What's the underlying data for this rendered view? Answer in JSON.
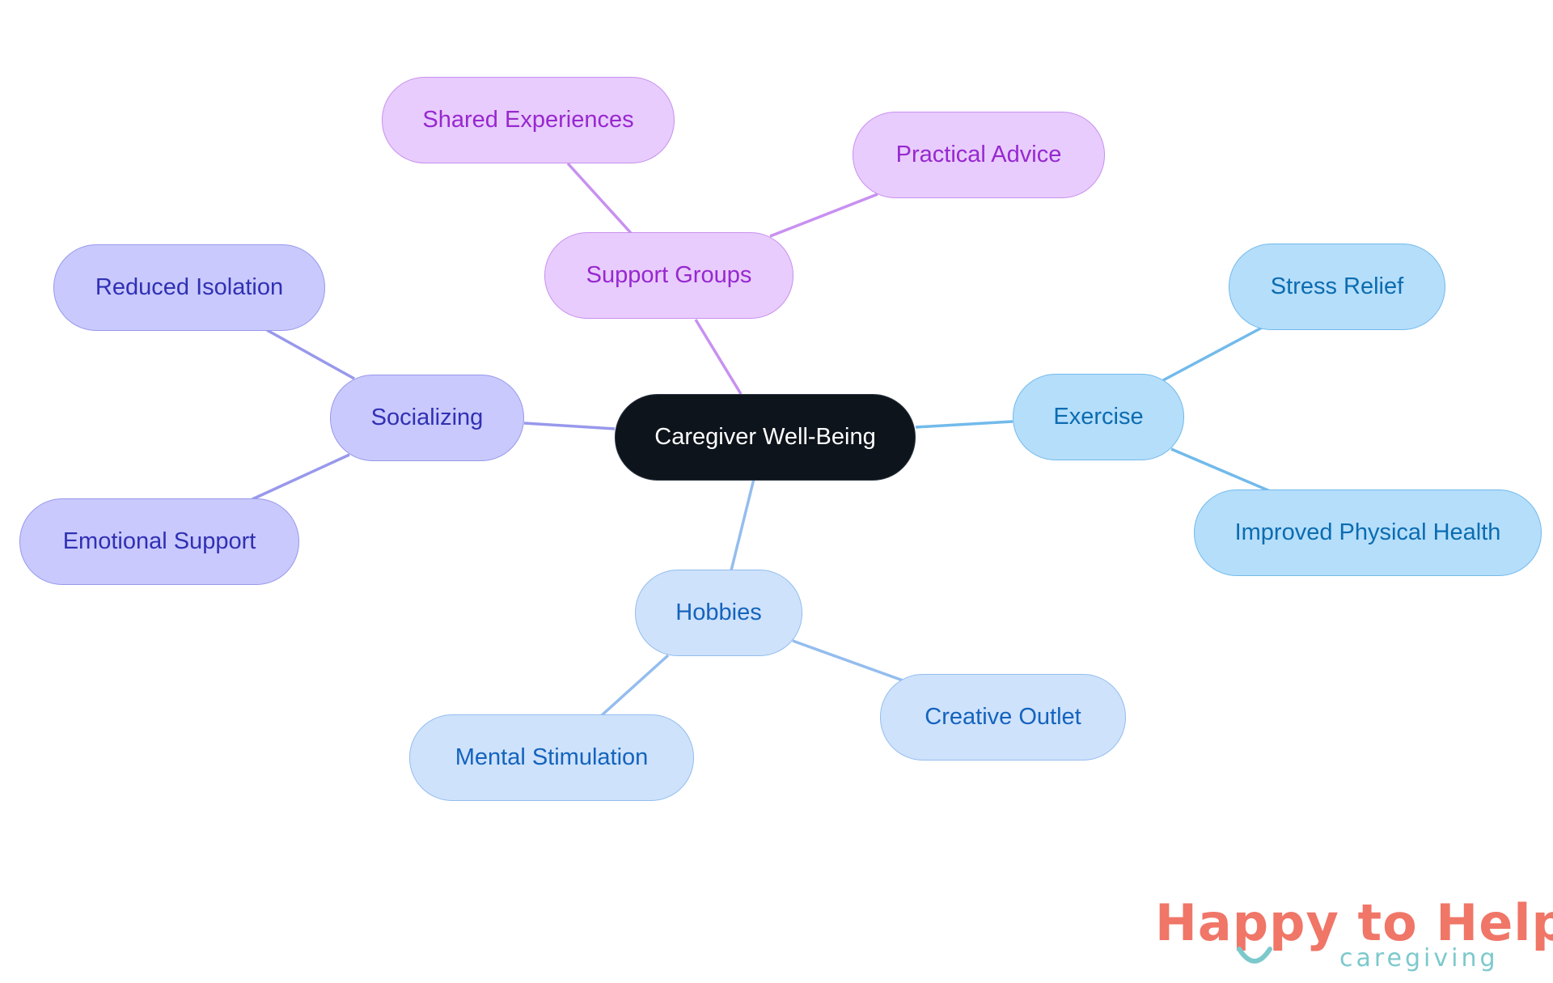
{
  "diagram": {
    "type": "mind-map",
    "root": {
      "label": "Caregiver Well-Being"
    },
    "branches": [
      {
        "label": "Support Groups",
        "color": "#c890f0",
        "children": [
          "Shared Experiences",
          "Practical Advice"
        ]
      },
      {
        "label": "Socializing",
        "color": "#9898ec",
        "children": [
          "Reduced Isolation",
          "Emotional Support"
        ]
      },
      {
        "label": "Exercise",
        "color": "#72baeb",
        "children": [
          "Stress Relief",
          "Improved Physical Health"
        ]
      },
      {
        "label": "Hobbies",
        "color": "#94bdee",
        "children": [
          "Mental Stimulation",
          "Creative Outlet"
        ]
      }
    ]
  },
  "logo": {
    "title": "Happy to Help",
    "subtitle": "caregiving",
    "title_color": "#f07668",
    "accent_color": "#7cc9cc"
  }
}
